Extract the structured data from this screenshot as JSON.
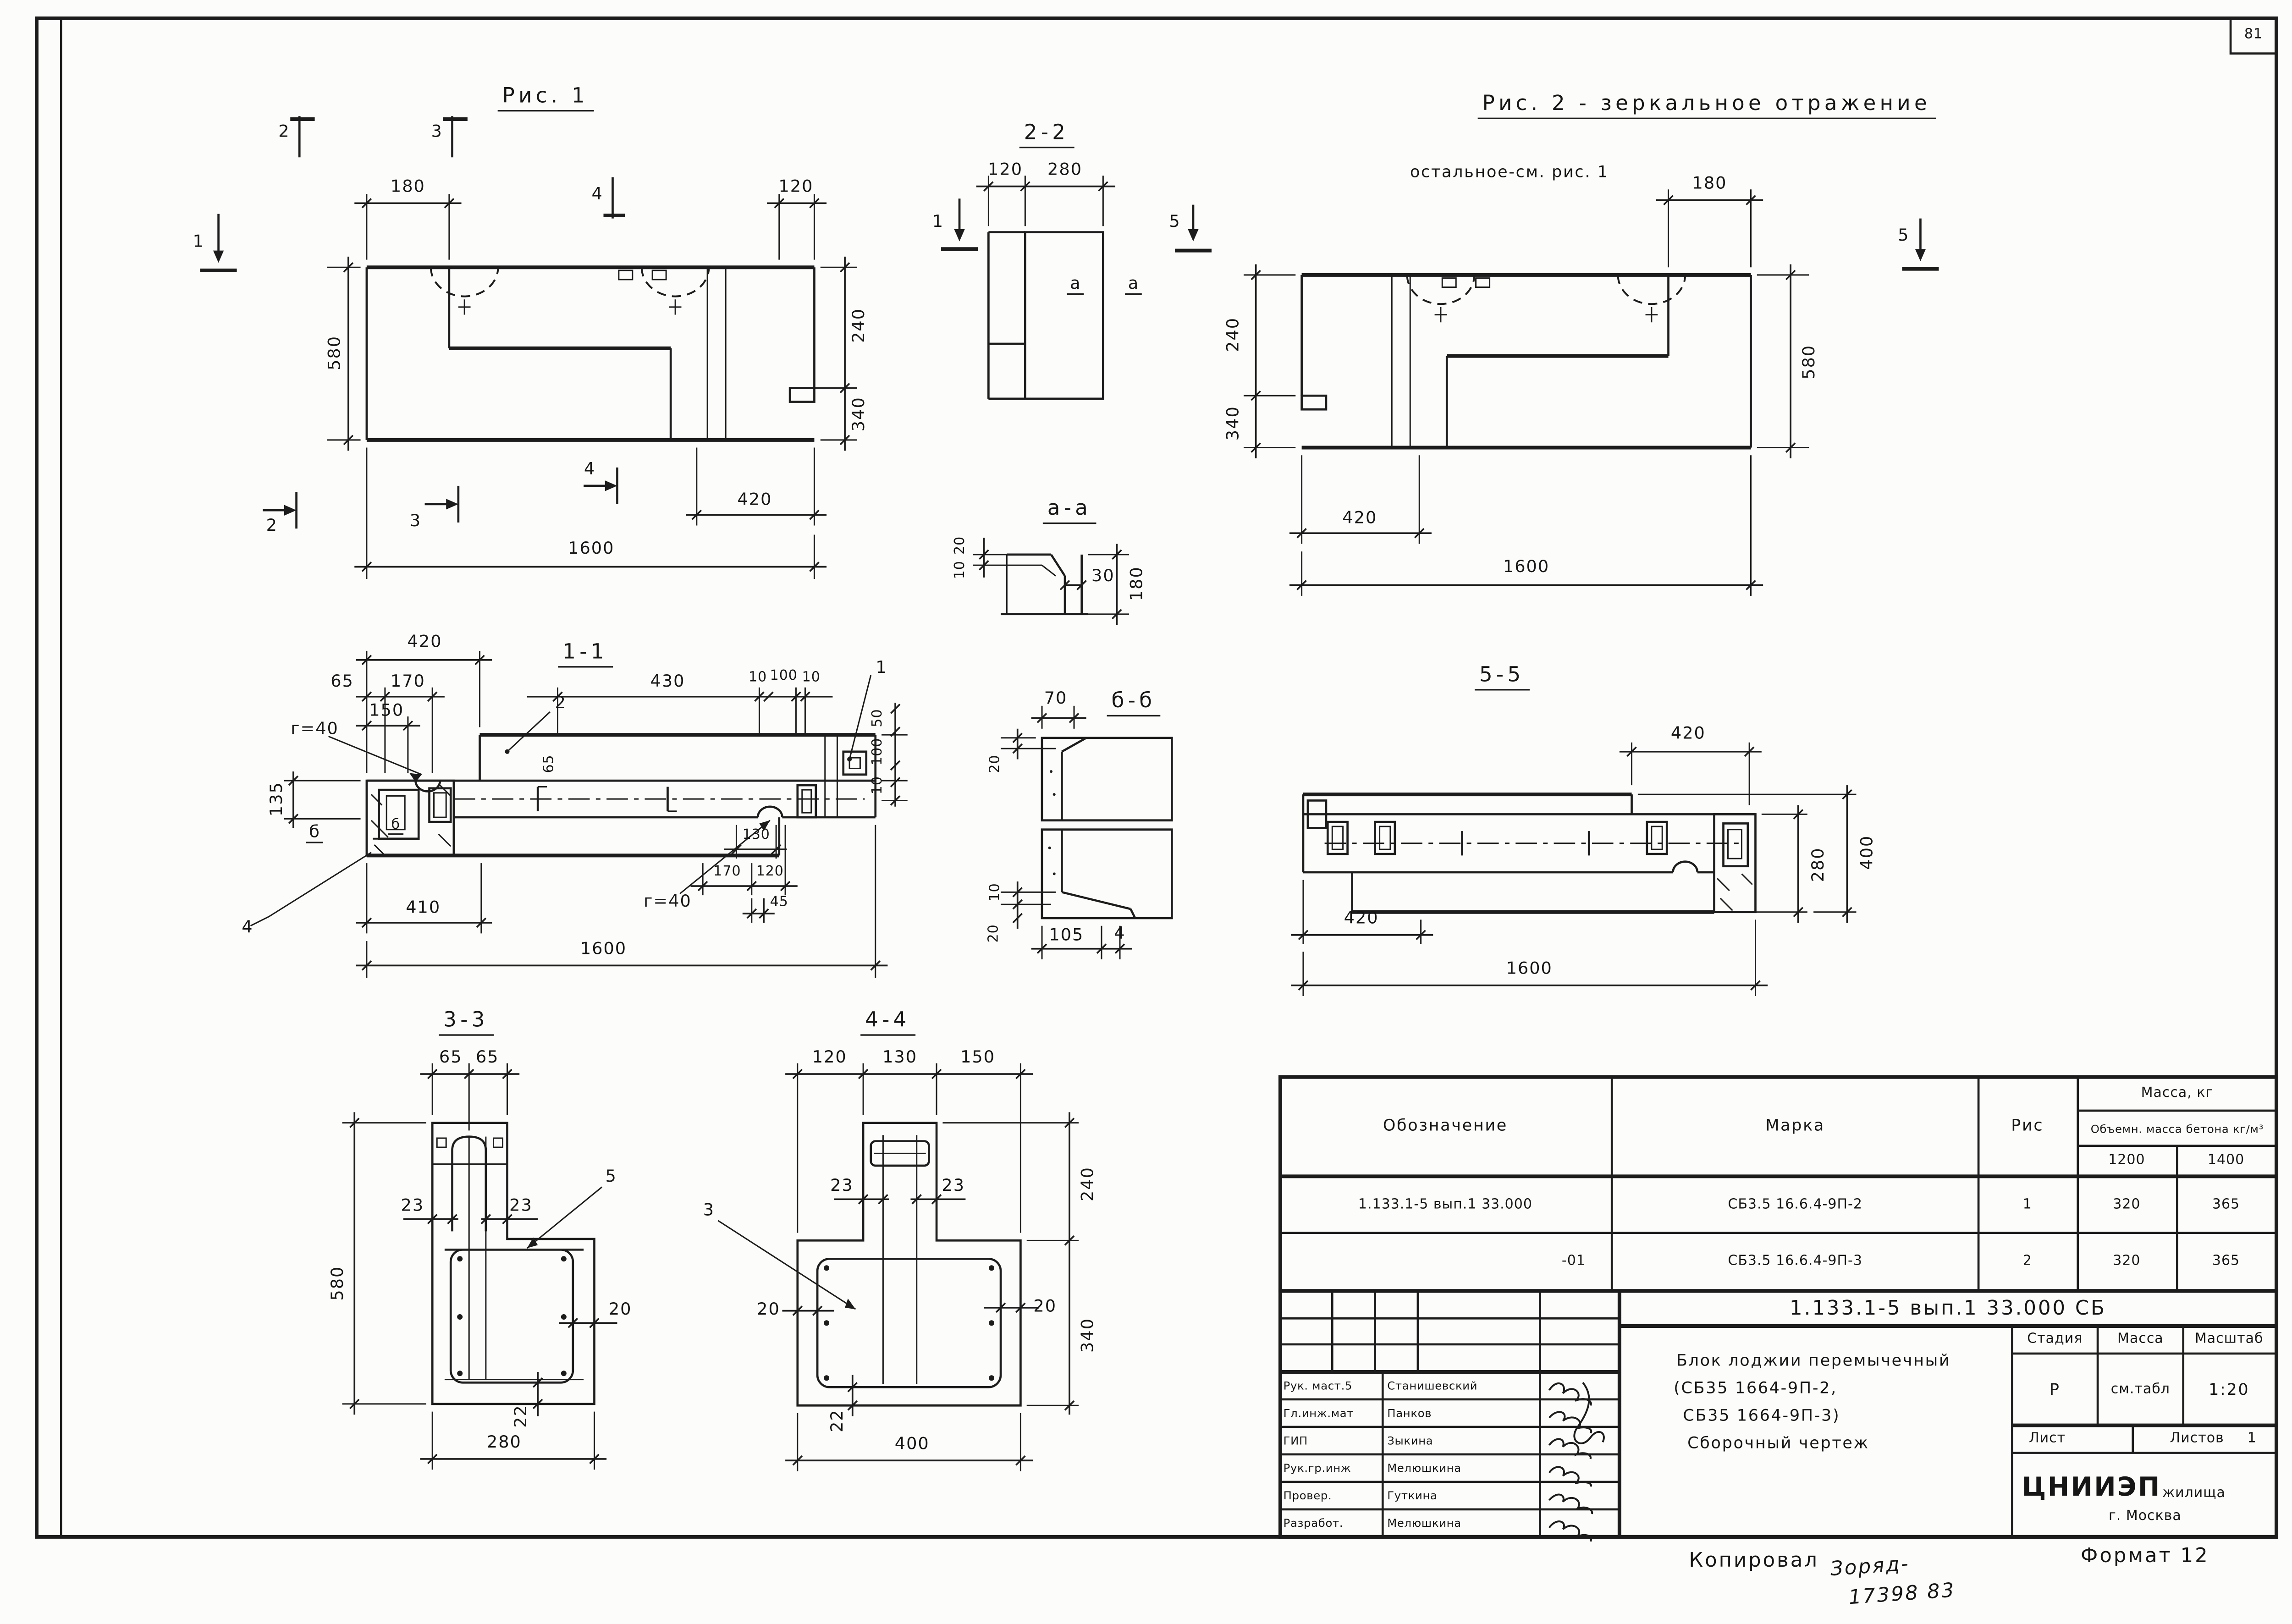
{
  "page": {
    "number": "81"
  },
  "fig1": {
    "title": "Рис. 1",
    "dim_180": "180",
    "dim_120": "120",
    "dim_580": "580",
    "dim_240": "240",
    "dim_340": "340",
    "dim_420": "420",
    "dim_1600": "1600",
    "mark_1_left": "1",
    "mark_1_right": "1",
    "mark_2_top": "2",
    "mark_3_top": "3",
    "mark_4_top": "4",
    "mark_2_bot": "2",
    "mark_3_bot": "3",
    "mark_4_bot": "4"
  },
  "sec22": {
    "title": "2-2",
    "dim_120": "120",
    "dim_280": "280",
    "label_a1": "а",
    "label_a2": "а"
  },
  "secaa": {
    "title": "а-а",
    "dim_20": "20",
    "dim_10": "10",
    "dim_30": "30",
    "dim_180": "180"
  },
  "secbb": {
    "title": "б-б",
    "dim_70": "70",
    "dim_20_top": "20",
    "dim_10": "10",
    "dim_20_bot": "20",
    "dim_105": "105",
    "dim_4": "4"
  },
  "fig2": {
    "title": "Рис. 2 - зеркальное отражение",
    "note": "остальное-см. рис. 1",
    "dim_180": "180",
    "dim_240": "240",
    "dim_340": "340",
    "dim_580": "580",
    "dim_420": "420",
    "dim_1600": "1600",
    "mark_5_left": "5",
    "mark_5_right": "5"
  },
  "sec11": {
    "title": "1-1",
    "dim_420": "420",
    "dim_65": "65",
    "dim_170": "170",
    "dim_150": "150",
    "radius_left": "г=40",
    "label_2": "2",
    "label_1": "1",
    "label_4": "4",
    "dim_65_slab": "65",
    "dim_430": "430",
    "dim_10_a": "10",
    "dim_100_a": "100",
    "dim_10_b": "10",
    "dim_50": "50",
    "dim_100_b": "100",
    "dim_10_c": "10",
    "dim_135": "135",
    "mark_b_left": "б",
    "mark_b_inner": "б",
    "dim_410": "410",
    "dim_130": "130",
    "radius_right": "г=40",
    "dim_170_b": "170",
    "dim_120": "120",
    "dim_45": "45",
    "dim_1600": "1600"
  },
  "sec55": {
    "title": "5-5",
    "dim_420_top": "420",
    "dim_280": "280",
    "dim_400": "400",
    "dim_420_bot": "420",
    "dim_1600": "1600"
  },
  "sec33": {
    "title": "3-3",
    "dim_65_a": "65",
    "dim_65_b": "65",
    "dim_580": "580",
    "dim_23_a": "23",
    "dim_23_b": "23",
    "label_5": "5",
    "dim_20": "20",
    "dim_22": "22",
    "dim_280": "280",
    "label_3": "3"
  },
  "sec44": {
    "title": "4-4",
    "dim_120": "120",
    "dim_130": "130",
    "dim_150": "150",
    "dim_23_a": "23",
    "dim_23_b": "23",
    "dim_240": "240",
    "dim_340": "340",
    "dim_20_left": "20",
    "dim_20_right": "20",
    "dim_22": "22",
    "dim_400": "400"
  },
  "spec_table": {
    "col_designation": "Обозначение",
    "col_mark": "Марка",
    "col_fig": "Рис",
    "col_mass": "Масса, кг",
    "col_mass_sub": "Объемн. масса бетона кг/м³",
    "col_1200": "1200",
    "col_1400": "1400",
    "rows": [
      {
        "designation": "1.133.1-5 вып.1 33.000",
        "mark": "СБ3.5 16.6.4-9П-2",
        "fig": "1",
        "m1200": "320",
        "m1400": "365"
      },
      {
        "designation": "-01",
        "mark": "СБ3.5 16.6.4-9П-3",
        "fig": "2",
        "m1200": "320",
        "m1400": "365"
      }
    ]
  },
  "title_block": {
    "doc_number": "1.133.1-5 вып.1 33.000 СБ",
    "stage_label": "Стадия",
    "mass_label": "Масса",
    "scale_label": "Масштаб",
    "stage": "Р",
    "mass": "см.табл",
    "scale": "1:20",
    "sheet_label": "Лист",
    "sheets_label": "Листов",
    "sheets_count": "1",
    "title_line1": "Блок лоджии перемычечный",
    "title_line2": "(СБ35 1664-9П-2,",
    "title_line3": "СБ35 1664-9П-3)",
    "title_line4": "Сборочный чертеж",
    "org_name": "ЦНИИЭП",
    "org_name2": "жилища",
    "org_city": "г. Москва",
    "signers": [
      {
        "role": "Рук. маст.5",
        "name": "Станишевский"
      },
      {
        "role": "Гл.инж.мат",
        "name": "Панков"
      },
      {
        "role": "ГИП",
        "name": "Зыкина"
      },
      {
        "role": "Рук.гр.инж",
        "name": "Мелюшкина"
      },
      {
        "role": "Провер.",
        "name": "Гуткина"
      },
      {
        "role": "Разработ.",
        "name": "Мелюшкина"
      }
    ]
  },
  "footer": {
    "copied_label": "Копировал",
    "copied_sig": "Зоряд-",
    "copy_num": "17398  83",
    "format_label": "Формат 12"
  }
}
